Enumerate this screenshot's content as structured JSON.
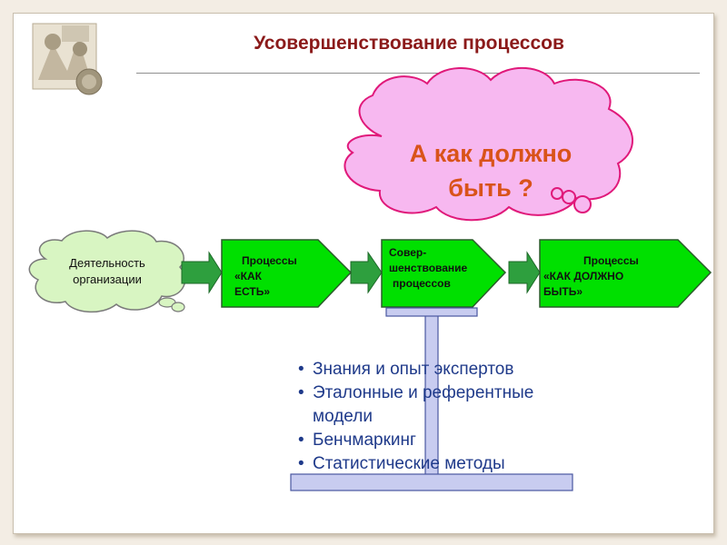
{
  "title": "Усовершенствование процессов",
  "cloud_question": {
    "line1": "А как должно",
    "line2": "быть ?"
  },
  "cloud_activity": {
    "line1": "Деятельность",
    "line2": "организации"
  },
  "boxes": [
    {
      "line1": "Процессы",
      "line2": "«КАК",
      "line3": "ЕСТЬ»"
    },
    {
      "line1": "Совер-",
      "line2": "шенствование",
      "line3": "процессов"
    },
    {
      "line1": "Процессы",
      "line2": "«КАК ДОЛЖНО",
      "line3": "БЫТЬ»"
    }
  ],
  "bullets": [
    "Знания и опыт экспертов",
    "Эталонные и референтные модели",
    "Бенчмаркинг",
    "Статистические методы"
  ],
  "colors": {
    "title": "#8b1a1a",
    "box_fill": "#00e000",
    "box_stroke": "#2a5c2a",
    "arrow_fill": "#2e9f3e",
    "cloud_pink": "#f7b8f0",
    "cloud_green": "#d8f5c2",
    "input_fill": "#c8ccf0",
    "bullet_text": "#1f3a8a"
  }
}
